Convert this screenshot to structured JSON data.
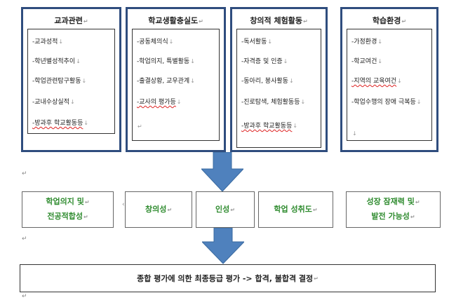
{
  "categories": [
    {
      "title": "교과관련",
      "items": [
        "-교과성적",
        "-학년별성적추이",
        "-학업관련탐구활동",
        "-교내수상실적",
        "-방과후 학교활동등"
      ]
    },
    {
      "title": "학교생활충실도",
      "items": [
        "-공동체의식",
        "-학업의지, 특별활동",
        "-출결상황, 교우관계",
        "-교사의 평가등"
      ]
    },
    {
      "title": "창의적 체험활동",
      "items": [
        "-독서활동",
        "-자격증 및 인증",
        "-동아리, 봉사활동",
        "-진로탐색, 체험활동등",
        "-방과후 학교활동등"
      ]
    },
    {
      "title": "학습환경",
      "items": [
        "-가정환경",
        "-학교여건",
        "-지역의 교육여건",
        "-학업수행의 장애 극복등"
      ]
    }
  ],
  "factors": [
    {
      "line1": "학업의지 및",
      "line2": "전공적합성"
    },
    {
      "line1": "창의성",
      "line2": ""
    },
    {
      "line1": "인성",
      "line2": ""
    },
    {
      "line1": "학업 성취도",
      "line2": ""
    },
    {
      "line1": "성장 잠재력 및",
      "line2": "발전 가능성"
    }
  ],
  "final": {
    "text": "종합 평가에 의한 최종등급 평가 -> 합격, 불합격 결정"
  },
  "colors": {
    "box_border": "#2f4d7e",
    "arrow": "#4f81bd",
    "factor_text": "#2e8b2e"
  }
}
